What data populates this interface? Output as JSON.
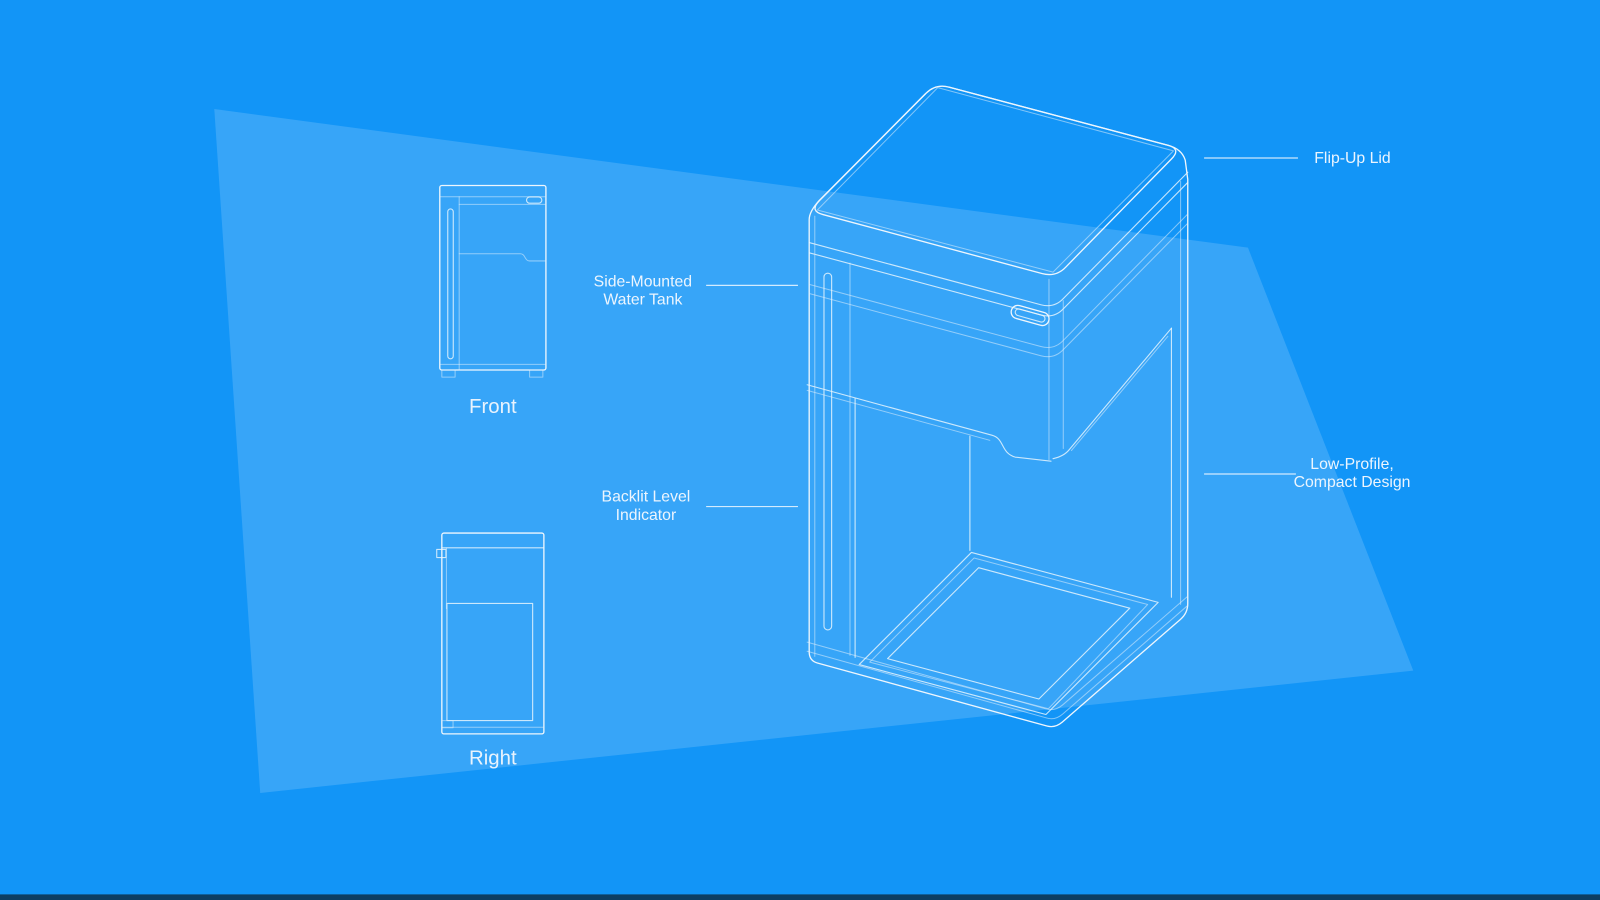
{
  "title": "Water dispenser blueprint illustration",
  "colors": {
    "background": "#1295f7",
    "panel_overlay": "rgba(255,255,255,0.155)",
    "device_fill": "#0d3d63",
    "front_view_fill": "#164568",
    "right_view_fill": "#2a5876",
    "right_view_inner_fill": "#2e5d7e",
    "line_bright": "#eef6fd",
    "label_text": "#ecf5fe",
    "bottom_bar": "#0d3e63"
  },
  "views": {
    "front_label": "Front",
    "right_label": "Right"
  },
  "callouts": {
    "flip_up_lid": "Flip-Up Lid",
    "side_mounted_line1": "Side-Mounted",
    "side_mounted_line2": "Water Tank",
    "backlit_line1": "Backlit Level",
    "backlit_line2": "Indicator",
    "low_profile_line1": "Low-Profile,",
    "low_profile_line2": "Compact Design"
  }
}
